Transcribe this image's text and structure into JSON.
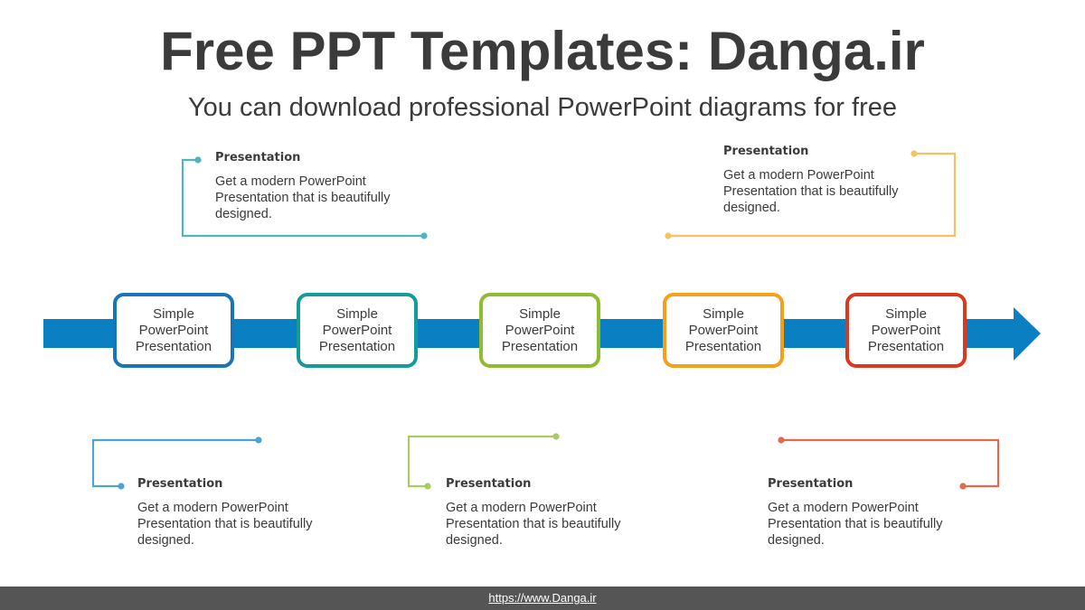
{
  "header": {
    "title": "Free PPT Templates: Danga.ir",
    "subtitle": "You can download professional PowerPoint diagrams for free"
  },
  "colors": {
    "arrow": "#0a7fc1",
    "text": "#3b3b3b",
    "footer_bg": "#555555",
    "step_colors": [
      "#1a74b9",
      "#159b98",
      "#8cbc2f",
      "#f5a01a",
      "#d93a1f"
    ]
  },
  "steps": [
    {
      "line1": "Simple",
      "line2": "PowerPoint",
      "line3": "Presentation"
    },
    {
      "line1": "Simple",
      "line2": "PowerPoint",
      "line3": "Presentation"
    },
    {
      "line1": "Simple",
      "line2": "PowerPoint",
      "line3": "Presentation"
    },
    {
      "line1": "Simple",
      "line2": "PowerPoint",
      "line3": "Presentation"
    },
    {
      "line1": "Simple",
      "line2": "PowerPoint",
      "line3": "Presentation"
    }
  ],
  "callouts": [
    {
      "title": "Presentation",
      "body": "Get a modern PowerPoint Presentation that is beautifully designed.",
      "color": "#4fb3c0"
    },
    {
      "title": "Presentation",
      "body": "Get a modern PowerPoint Presentation that is beautifully designed.",
      "color": "#f6c260"
    },
    {
      "title": "Presentation",
      "body": "Get a modern PowerPoint Presentation that is beautifully designed.",
      "color": "#4ea3d2"
    },
    {
      "title": "Presentation",
      "body": "Get a modern PowerPoint Presentation that is beautifully designed.",
      "color": "#aacb62"
    },
    {
      "title": "Presentation",
      "body": "Get a modern PowerPoint Presentation that is beautifully designed.",
      "color": "#e36a4f"
    }
  ],
  "footer": {
    "link_text": "https://www.Danga.ir"
  }
}
